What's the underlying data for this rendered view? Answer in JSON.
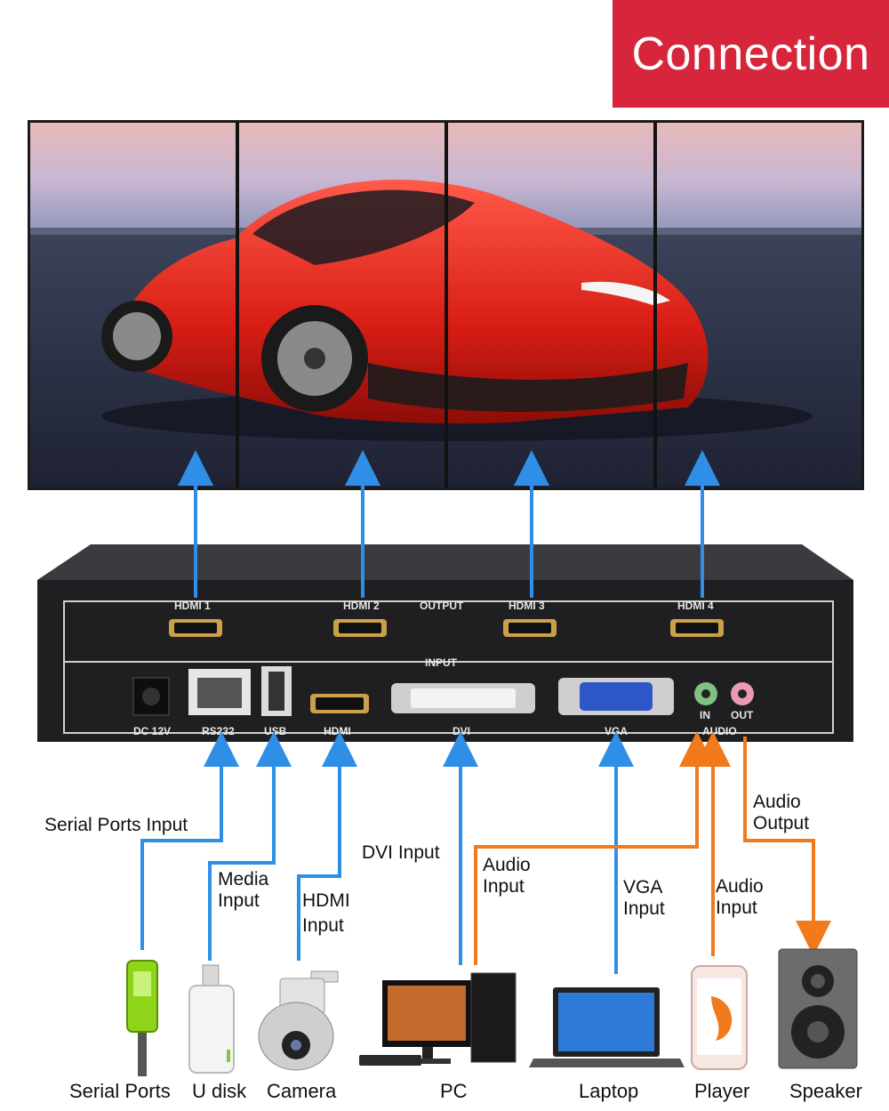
{
  "banner": {
    "title": "Connection"
  },
  "output_ports": [
    {
      "label": "HDMI 1"
    },
    {
      "label": "HDMI 2"
    },
    {
      "label": "HDMI 3"
    },
    {
      "label": "HDMI 4"
    }
  ],
  "output_section_label": "OUTPUT",
  "input_section_label": "INPUT",
  "input_ports": {
    "dc": "DC 12V",
    "rs232": "RS232",
    "usb": "USB",
    "hdmi": "HDMI",
    "dvi": "DVI",
    "vga": "VGA",
    "audio": "AUDIO",
    "audio_in": "IN",
    "audio_out": "OUT"
  },
  "connection_labels": {
    "serial": "Serial Ports Input",
    "media": [
      "Media",
      "Input"
    ],
    "hdmi": [
      "HDMI",
      "Input"
    ],
    "dvi": "DVI Input",
    "pc_audio": [
      "Audio",
      "Input"
    ],
    "vga": [
      "VGA",
      "Input"
    ],
    "player_audio": [
      "Audio",
      "Input"
    ],
    "audio_output": [
      "Audio",
      "Output"
    ]
  },
  "devices": [
    {
      "label": "Serial Ports",
      "icon": "ethernet-cable-icon"
    },
    {
      "label": "U disk",
      "icon": "usb-stick-icon"
    },
    {
      "label": "Camera",
      "icon": "dome-camera-icon"
    },
    {
      "label": "PC",
      "icon": "desktop-pc-icon"
    },
    {
      "label": "Laptop",
      "icon": "laptop-icon"
    },
    {
      "label": "Player",
      "icon": "phone-player-icon"
    },
    {
      "label": "Speaker",
      "icon": "speaker-icon"
    }
  ],
  "colors": {
    "banner": "#d7263b",
    "video_arrow": "#2f8fe6",
    "audio_arrow": "#f07a1c"
  }
}
